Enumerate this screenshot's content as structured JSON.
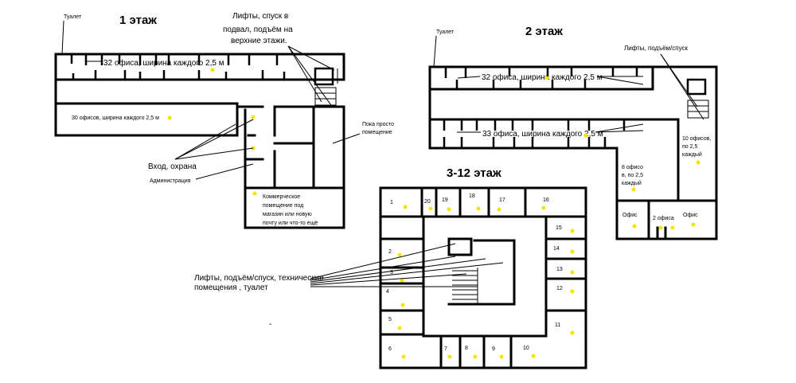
{
  "floor1": {
    "title": "1 этаж",
    "toilet": "Туалет",
    "lifts_note": [
      "Лифты, спуск в",
      "подвал, подъём на",
      "верхние этажи."
    ],
    "offices_32": "32 офиса, ширина каждого 2,5 м",
    "offices_30": "30 офисов, ширина каждого 2,5 м",
    "entrance": "Вход, охрана",
    "admin": "Администрация",
    "temp_room": [
      "Пока просто",
      "помещение"
    ],
    "commercial": [
      "Коммерческое",
      "помещение под",
      "магазин или новую",
      "почту или что-то ещё"
    ]
  },
  "floor2": {
    "title": "2 этаж",
    "toilet": "Туалет",
    "lifts": "Лифты, подъём/спуск",
    "offices_32": "32 офиса, ширина каждого 2,5 м",
    "offices_33": "33 офиса, ширина каждого 2,5 м",
    "offices_10": [
      "10 офисов,",
      "по 2,5",
      "каждый"
    ],
    "offices_8": [
      "8 офисо",
      "в, по 2,5",
      "каждый"
    ],
    "office_a": "Офис",
    "offices_2": "2 офиса",
    "office_b": "Офис"
  },
  "floor312": {
    "title": "3-12 этаж",
    "lifts_note": [
      "Лифты, подъём/спуск, технические",
      "помещения , туалет"
    ],
    "rooms": [
      "1",
      "2",
      "3",
      "4",
      "5",
      "6",
      "7",
      "8",
      "9",
      "10",
      "11",
      "12",
      "13",
      "14",
      "15",
      "16",
      "17",
      "18",
      "19",
      "20"
    ]
  },
  "misc": {
    "dash": "-"
  }
}
